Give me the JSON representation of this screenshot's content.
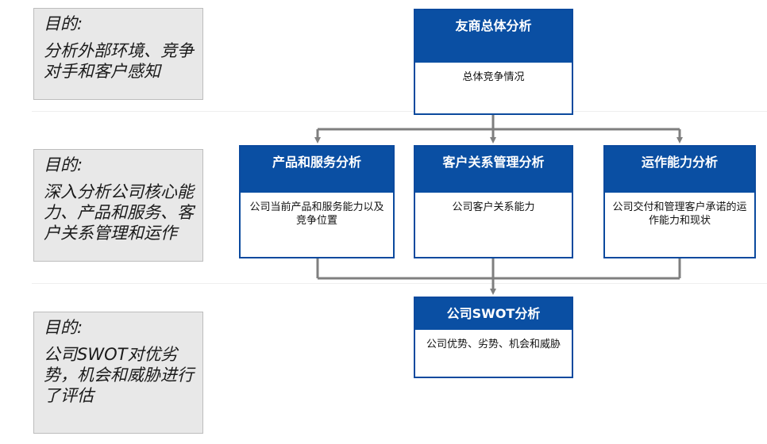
{
  "purposes": [
    {
      "head": "目的:",
      "body": "分析外部环境、竞争对手和客户感知"
    },
    {
      "head": "目的:",
      "body": "深入分析公司核心能力、产品和服务、客户关系管理和运作"
    },
    {
      "head": "目的:",
      "body": "公司SWOT对优劣势，机会和威胁进行了评估"
    }
  ],
  "boxes": {
    "overall": {
      "title": "友商总体分析",
      "desc": "总体竞争情况"
    },
    "product": {
      "title": "产品和服务分析",
      "desc": "公司当前产品和服务能力以及竞争位置"
    },
    "crm": {
      "title": "客户关系管理分析",
      "desc": "公司客户关系能力"
    },
    "ops": {
      "title": "运作能力分析",
      "desc": "公司交付和管理客户承诺的运作能力和现状"
    },
    "swot": {
      "title": "公司SWOT分析",
      "desc": "公司优势、劣势、机会和威胁"
    }
  },
  "colors": {
    "accent": "#0a4fa3",
    "connector": "#7f7f7f",
    "panel": "#e8e8e8"
  }
}
